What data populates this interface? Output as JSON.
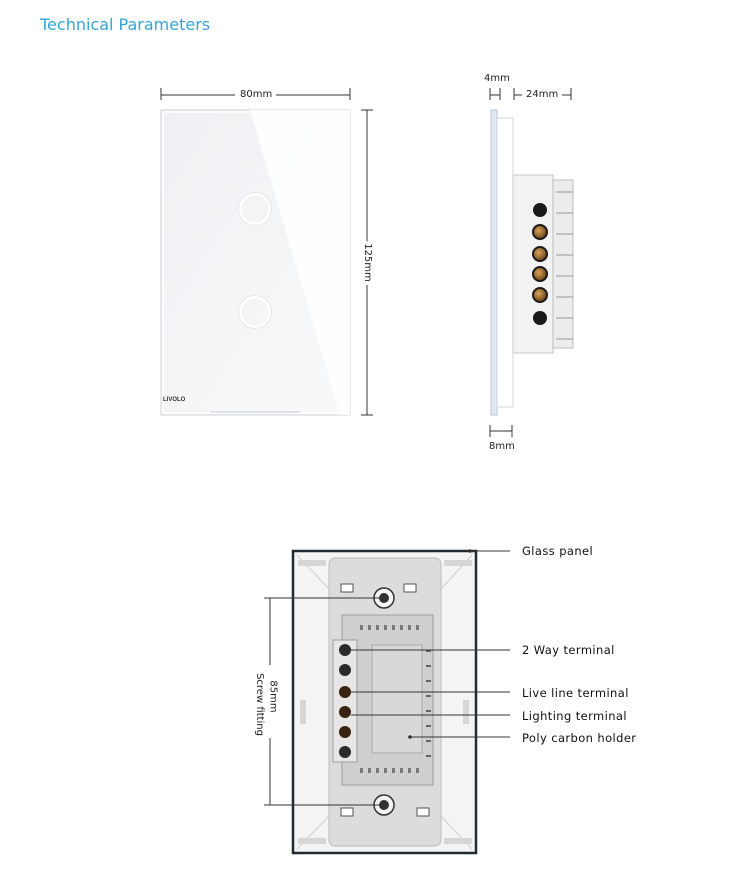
{
  "header": {
    "title": "Technical Parameters"
  },
  "front_view": {
    "width_label": "80mm",
    "height_label": "125mm",
    "brand": "LIVOLO"
  },
  "side_view": {
    "glass_label": "4mm",
    "depth_label": "24mm",
    "plate_label": "8mm"
  },
  "back_view": {
    "screw_distance": "85mm",
    "screw_caption": "Screw fitting",
    "callouts": {
      "glass_panel": "Glass panel",
      "two_way_terminal": "2 Way terminal",
      "live_line_terminal": "Live line terminal",
      "lighting_terminal": "Lighting terminal",
      "poly_carbon_holder": "Poly carbon holder"
    }
  }
}
